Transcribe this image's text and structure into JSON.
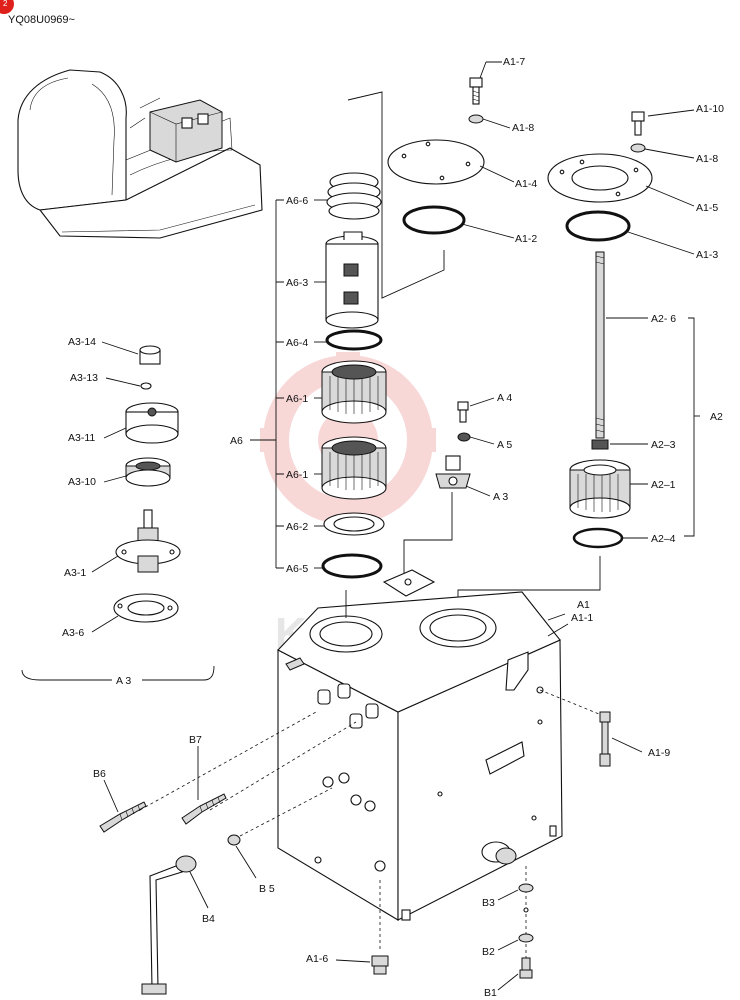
{
  "header": {
    "badge": "2",
    "doc_code": "YQ08U0969~"
  },
  "watermark": {
    "text": "KATU",
    "color": "#f3b8b8"
  },
  "accent_color": "#e0201b",
  "labels": {
    "a1_7": "A1-7",
    "a1_8a": "A1-8",
    "a1_4": "A1-4",
    "a1_2": "A1-2",
    "a1_10": "A1-10",
    "a1_8b": "A1-8",
    "a1_5": "A1-5",
    "a1_3": "A1-3",
    "a2_6": "A2- 6",
    "a2": "A2",
    "a2_3": "A2–3",
    "a2_1": "A2–1",
    "a2_4": "A2–4",
    "a6_6": "A6-6",
    "a6_3": "A6-3",
    "a6_4": "A6-4",
    "a6_1a": "A6-1",
    "a6": "A6",
    "a6_1b": "A6-1",
    "a6_2": "A6-2",
    "a6_5": "A6-5",
    "a4": "A 4",
    "a5": "A 5",
    "a3_right": "A 3",
    "a3_14": "A3-14",
    "a3_13": "A3-13",
    "a3_11": "A3-11",
    "a3_10": "A3-10",
    "a3_1": "A3-1",
    "a3_6": "A3-6",
    "a3_group": "A 3",
    "a1": "A1",
    "a1_1": "A1-1",
    "a1_9": "A1-9",
    "b7": "B7",
    "b6": "B6",
    "b4": "B4",
    "b5": "B 5",
    "b3": "B3",
    "b2": "B2",
    "b1": "B1",
    "a1_6": "A1-6"
  }
}
